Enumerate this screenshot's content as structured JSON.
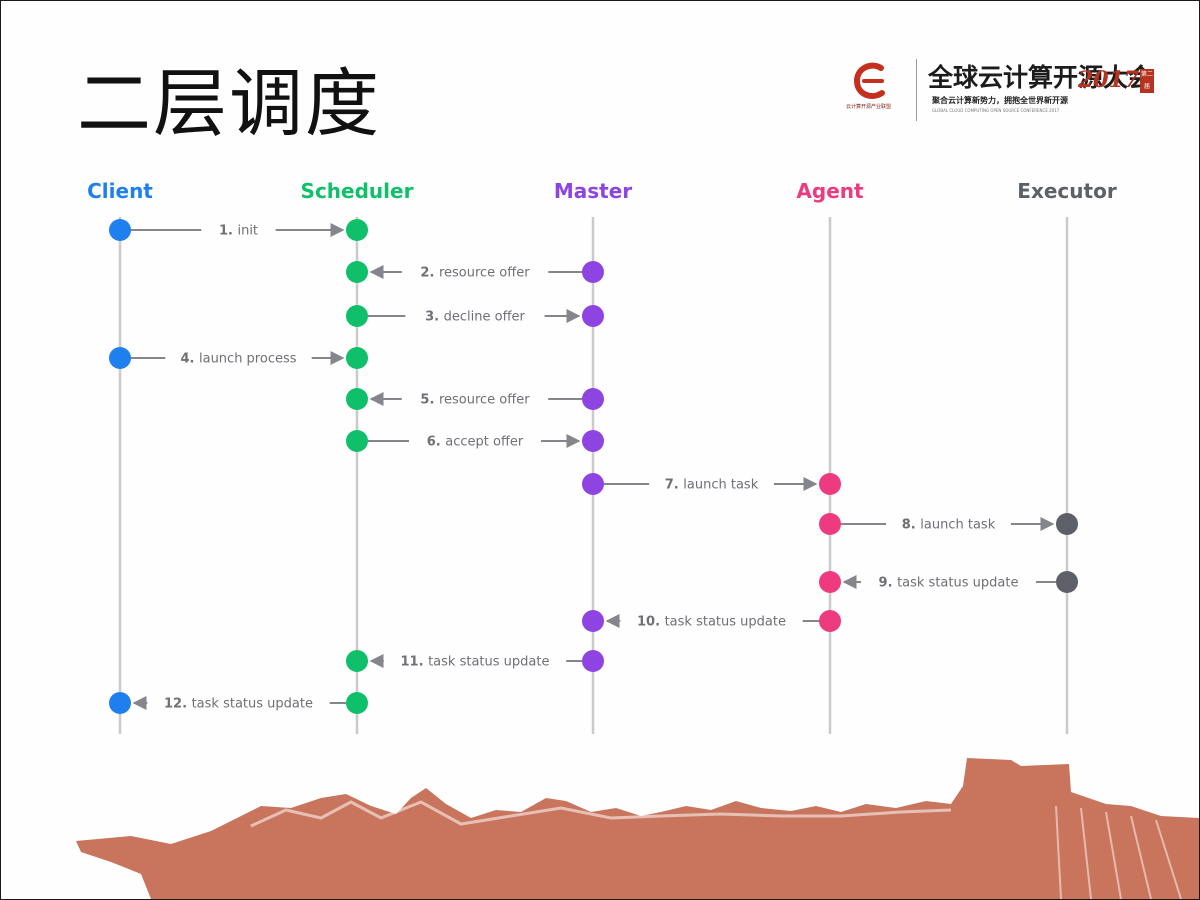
{
  "slide": {
    "title": "二层调度"
  },
  "logo": {
    "org": "云计算开源产业联盟",
    "title": "全球云计算开源大会",
    "year": "2017",
    "badge": "第二届",
    "subtitle": "聚合云计算新势力，拥抱全世界新开源",
    "subtitle_en": "GLOBAL CLOUD COMPUTING OPEN SOURCE CONFERENCE 2017"
  },
  "diagram": {
    "actors": [
      {
        "id": "client",
        "name": "Client",
        "color": "#1f7fee"
      },
      {
        "id": "scheduler",
        "name": "Scheduler",
        "color": "#0fbf6a"
      },
      {
        "id": "master",
        "name": "Master",
        "color": "#8e44e0"
      },
      {
        "id": "agent",
        "name": "Agent",
        "color": "#ee3a7e"
      },
      {
        "id": "executor",
        "name": "Executor",
        "color": "#5d6068"
      }
    ],
    "messages": [
      {
        "num": "1.",
        "text": "init",
        "from": "client",
        "to": "scheduler"
      },
      {
        "num": "2.",
        "text": "resource offer",
        "from": "master",
        "to": "scheduler"
      },
      {
        "num": "3.",
        "text": "decline offer",
        "from": "scheduler",
        "to": "master"
      },
      {
        "num": "4.",
        "text": "launch process",
        "from": "client",
        "to": "scheduler"
      },
      {
        "num": "5.",
        "text": "resource offer",
        "from": "master",
        "to": "scheduler"
      },
      {
        "num": "6.",
        "text": "accept offer",
        "from": "scheduler",
        "to": "master"
      },
      {
        "num": "7.",
        "text": "launch task",
        "from": "master",
        "to": "agent"
      },
      {
        "num": "8.",
        "text": "launch task",
        "from": "agent",
        "to": "executor"
      },
      {
        "num": "9.",
        "text": "task status update",
        "from": "executor",
        "to": "agent"
      },
      {
        "num": "10.",
        "text": "task status update",
        "from": "agent",
        "to": "master"
      },
      {
        "num": "11.",
        "text": "task status update",
        "from": "master",
        "to": "scheduler"
      },
      {
        "num": "12.",
        "text": "task status update",
        "from": "scheduler",
        "to": "client"
      }
    ]
  },
  "colors": {
    "lifeline": "#c9c9cf",
    "arrow": "#85858c",
    "label": "#6f6f76",
    "wall": "#c9745c"
  }
}
